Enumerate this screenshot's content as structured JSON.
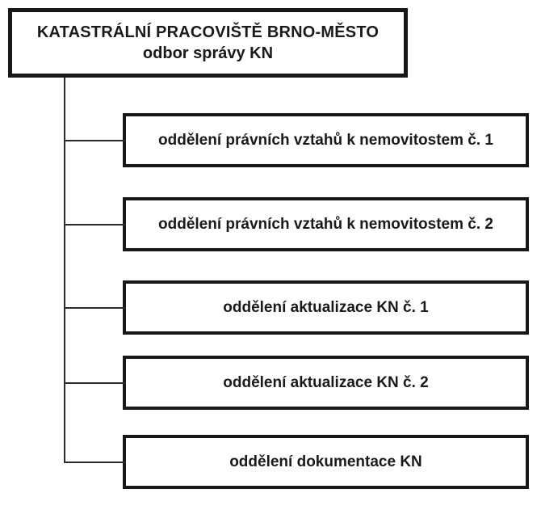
{
  "diagram": {
    "type": "org-chart",
    "root": {
      "line1": "KATASTRÁLNÍ PRACOVIŠTĚ BRNO-MĚSTO",
      "line2": "odbor správy KN"
    },
    "departments": [
      {
        "label": "oddělení právních vztahů k nemovitostem č. 1"
      },
      {
        "label": "oddělení právních vztahů k nemovitostem č. 2"
      },
      {
        "label": "oddělení aktualizace KN č. 1"
      },
      {
        "label": "oddělení aktualizace KN č. 2"
      },
      {
        "label": "oddělení dokumentace KN"
      }
    ],
    "colors": {
      "border": "#181818",
      "connector": "#2b2b2b",
      "background": "#ffffff",
      "text": "#1a1a1a"
    }
  }
}
